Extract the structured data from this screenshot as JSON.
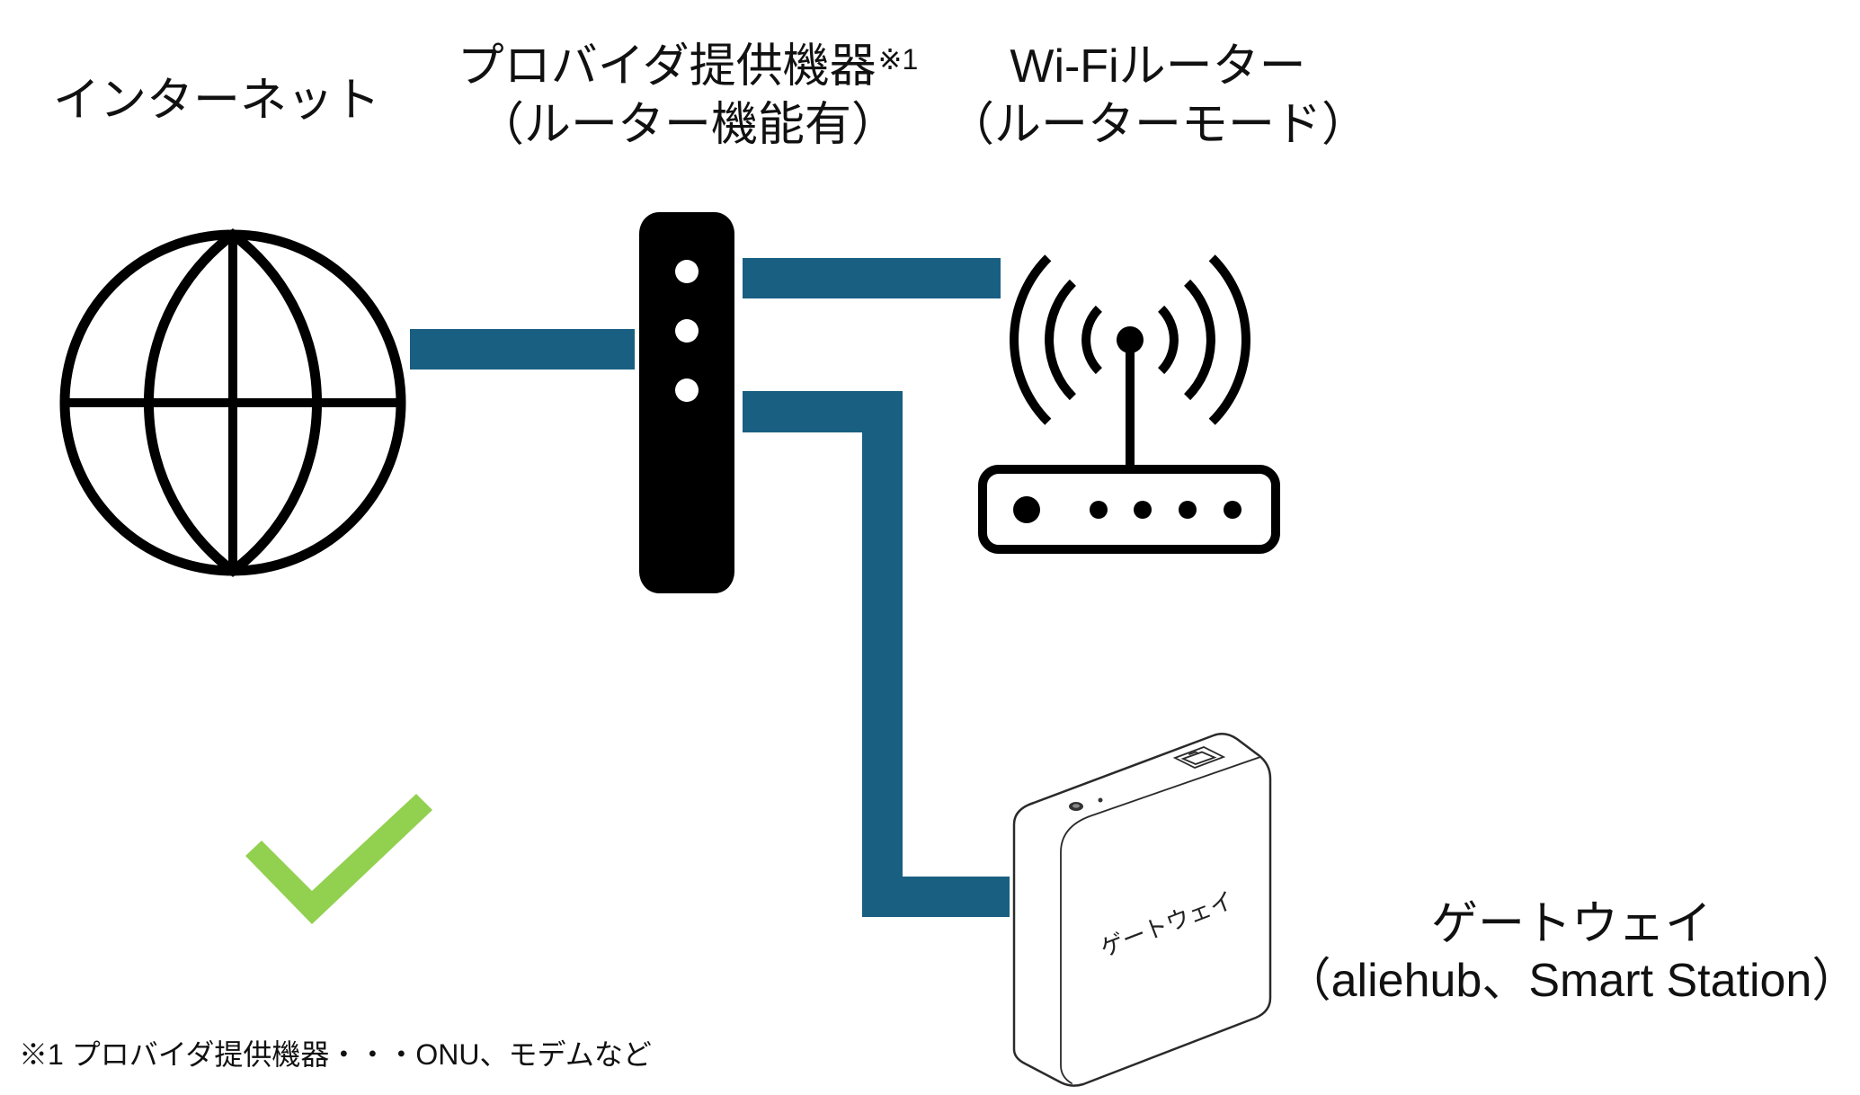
{
  "labels": {
    "internet": "インターネット",
    "provider": {
      "line1": "プロバイダ提供機器",
      "superscript": "※1",
      "line2": "（ルーター機能有）"
    },
    "wifi_router": {
      "line1": "Wi-Fiルーター",
      "line2": "（ルーターモード）"
    },
    "gateway": {
      "line1": "ゲートウェイ",
      "line2": "（aliehub、Smart Station）"
    },
    "gateway_device_text": "ゲートウェイ"
  },
  "footnote": "※1 プロバイダ提供機器・・・ONU、モデムなど",
  "icons": {
    "internet": "globe-icon",
    "provider_equipment": "modem-icon",
    "wifi_router": "wifi-router-icon",
    "gateway": "gateway-device",
    "status": "checkmark-icon"
  },
  "connections": [
    {
      "from": "internet",
      "to": "provider_equipment"
    },
    {
      "from": "provider_equipment",
      "to": "wifi_router"
    },
    {
      "from": "provider_equipment",
      "to": "gateway"
    }
  ],
  "status": "ok",
  "colors": {
    "connector": "#185f81",
    "check": "#92d050",
    "icon": "#000000"
  }
}
